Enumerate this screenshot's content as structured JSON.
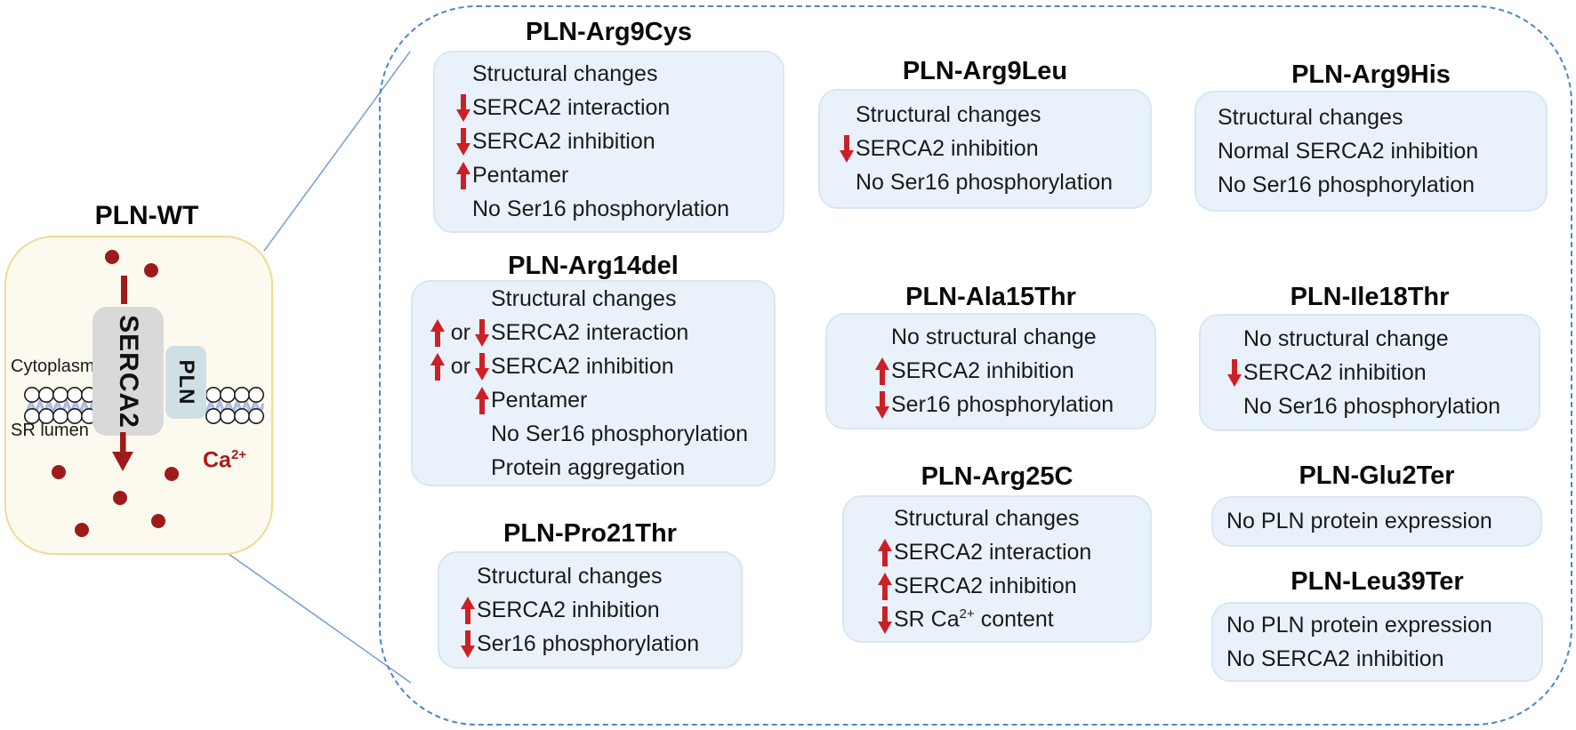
{
  "left_diagram": {
    "title": "PLN-WT",
    "labels": {
      "cytoplasm": "Cytoplasm",
      "sr_lumen": "SR lumen"
    },
    "proteins": {
      "serca2": "SERCA2",
      "pln": "PLN"
    },
    "ion_label": {
      "text": "Ca",
      "superscript": "2+"
    }
  },
  "mutation_panel": {
    "boxes": [
      {
        "title": "PLN-Arg9Cys",
        "lines": [
          {
            "icon": "none",
            "text": "Structural changes"
          },
          {
            "icon": "down-arrow",
            "text": "SERCA2 interaction"
          },
          {
            "icon": "down-arrow",
            "text": "SERCA2 inhibition"
          },
          {
            "icon": "up-arrow",
            "text": "Pentamer"
          },
          {
            "icon": "none",
            "text": "No Ser16 phosphorylation"
          }
        ]
      },
      {
        "title": "PLN-Arg14del",
        "lines": [
          {
            "icon": "none",
            "text": "Structural changes"
          },
          {
            "icon": "up-or-down",
            "or": "or",
            "text": "SERCA2 interaction"
          },
          {
            "icon": "up-or-down",
            "or": "or",
            "text": "SERCA2 inhibition"
          },
          {
            "icon": "up-arrow",
            "text": "Pentamer"
          },
          {
            "icon": "none",
            "text": "No Ser16 phosphorylation"
          },
          {
            "icon": "none",
            "text": "Protein aggregation"
          }
        ]
      },
      {
        "title": "PLN-Pro21Thr",
        "lines": [
          {
            "icon": "none",
            "text": "Structural changes"
          },
          {
            "icon": "up-arrow",
            "text": "SERCA2 inhibition"
          },
          {
            "icon": "down-arrow",
            "text": "Ser16 phosphorylation"
          }
        ]
      },
      {
        "title": "PLN-Arg9Leu",
        "lines": [
          {
            "icon": "none",
            "text": "Structural changes"
          },
          {
            "icon": "down-arrow",
            "text": "SERCA2 inhibition"
          },
          {
            "icon": "none",
            "text": "No Ser16 phosphorylation"
          }
        ]
      },
      {
        "title": "PLN-Ala15Thr",
        "lines": [
          {
            "icon": "none",
            "text": "No structural change"
          },
          {
            "icon": "up-arrow",
            "text": "SERCA2 inhibition"
          },
          {
            "icon": "down-arrow",
            "text": "Ser16 phosphorylation"
          }
        ]
      },
      {
        "title": "PLN-Arg25C",
        "lines": [
          {
            "icon": "none",
            "text": "Structural changes"
          },
          {
            "icon": "up-arrow",
            "text": "SERCA2 interaction"
          },
          {
            "icon": "up-arrow",
            "text": "SERCA2 inhibition"
          },
          {
            "icon": "down-arrow",
            "pre": "SR Ca",
            "sup": "2+",
            "post": " content"
          }
        ]
      },
      {
        "title": "PLN-Arg9His",
        "lines": [
          {
            "icon": "none",
            "text": "Structural changes"
          },
          {
            "icon": "none",
            "text": "Normal SERCA2 inhibition"
          },
          {
            "icon": "none",
            "text": "No Ser16 phosphorylation"
          }
        ]
      },
      {
        "title": "PLN-Ile18Thr",
        "lines": [
          {
            "icon": "none",
            "text": "No structural change"
          },
          {
            "icon": "down-arrow",
            "text": "SERCA2 inhibition"
          },
          {
            "icon": "none",
            "text": "No Ser16 phosphorylation"
          }
        ]
      },
      {
        "title": "PLN-Glu2Ter",
        "lines": [
          {
            "icon": "none",
            "text": "No PLN protein expression"
          }
        ]
      },
      {
        "title": "PLN-Leu39Ter",
        "lines": [
          {
            "icon": "none",
            "text": "No PLN protein expression"
          },
          {
            "icon": "none",
            "text": "No SERCA2 inhibition"
          }
        ]
      }
    ]
  },
  "colors": {
    "arrow_red": "#cc2026",
    "dark_red": "#9e1b1b",
    "ca_label_red": "#ad1a1a",
    "box_fill": "#e9f2fb",
    "box_border": "#d9e6f2",
    "panel_dash_blue": "#4d86c8",
    "wt_box_fill": "#fcfaef",
    "wt_box_border": "#f0d996",
    "serca2_fill": "#d9d9d9",
    "pln_fill": "#cfe0e4"
  }
}
